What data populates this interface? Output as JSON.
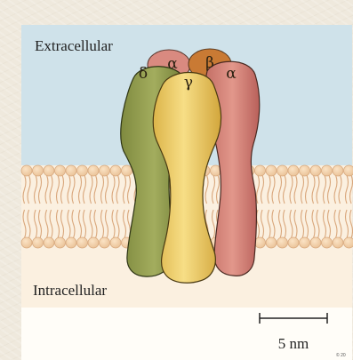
{
  "diagram": {
    "region_top_label": "Extracellular",
    "region_bottom_label": "Intracellular",
    "subunits": {
      "delta": "δ",
      "alpha_left": "α",
      "beta": "β",
      "alpha_right": "α",
      "gamma": "γ"
    },
    "scale_bar_label": "5 nm",
    "credit": "© 20"
  },
  "colors": {
    "extracellular": "#cfe2ea",
    "intracellular": "#fbf0e0",
    "membrane_head": "#f1cfa9",
    "delta": "#8f9a4c",
    "alpha": "#d6847a",
    "beta": "#c7762e",
    "gamma": "#ecc95d"
  }
}
